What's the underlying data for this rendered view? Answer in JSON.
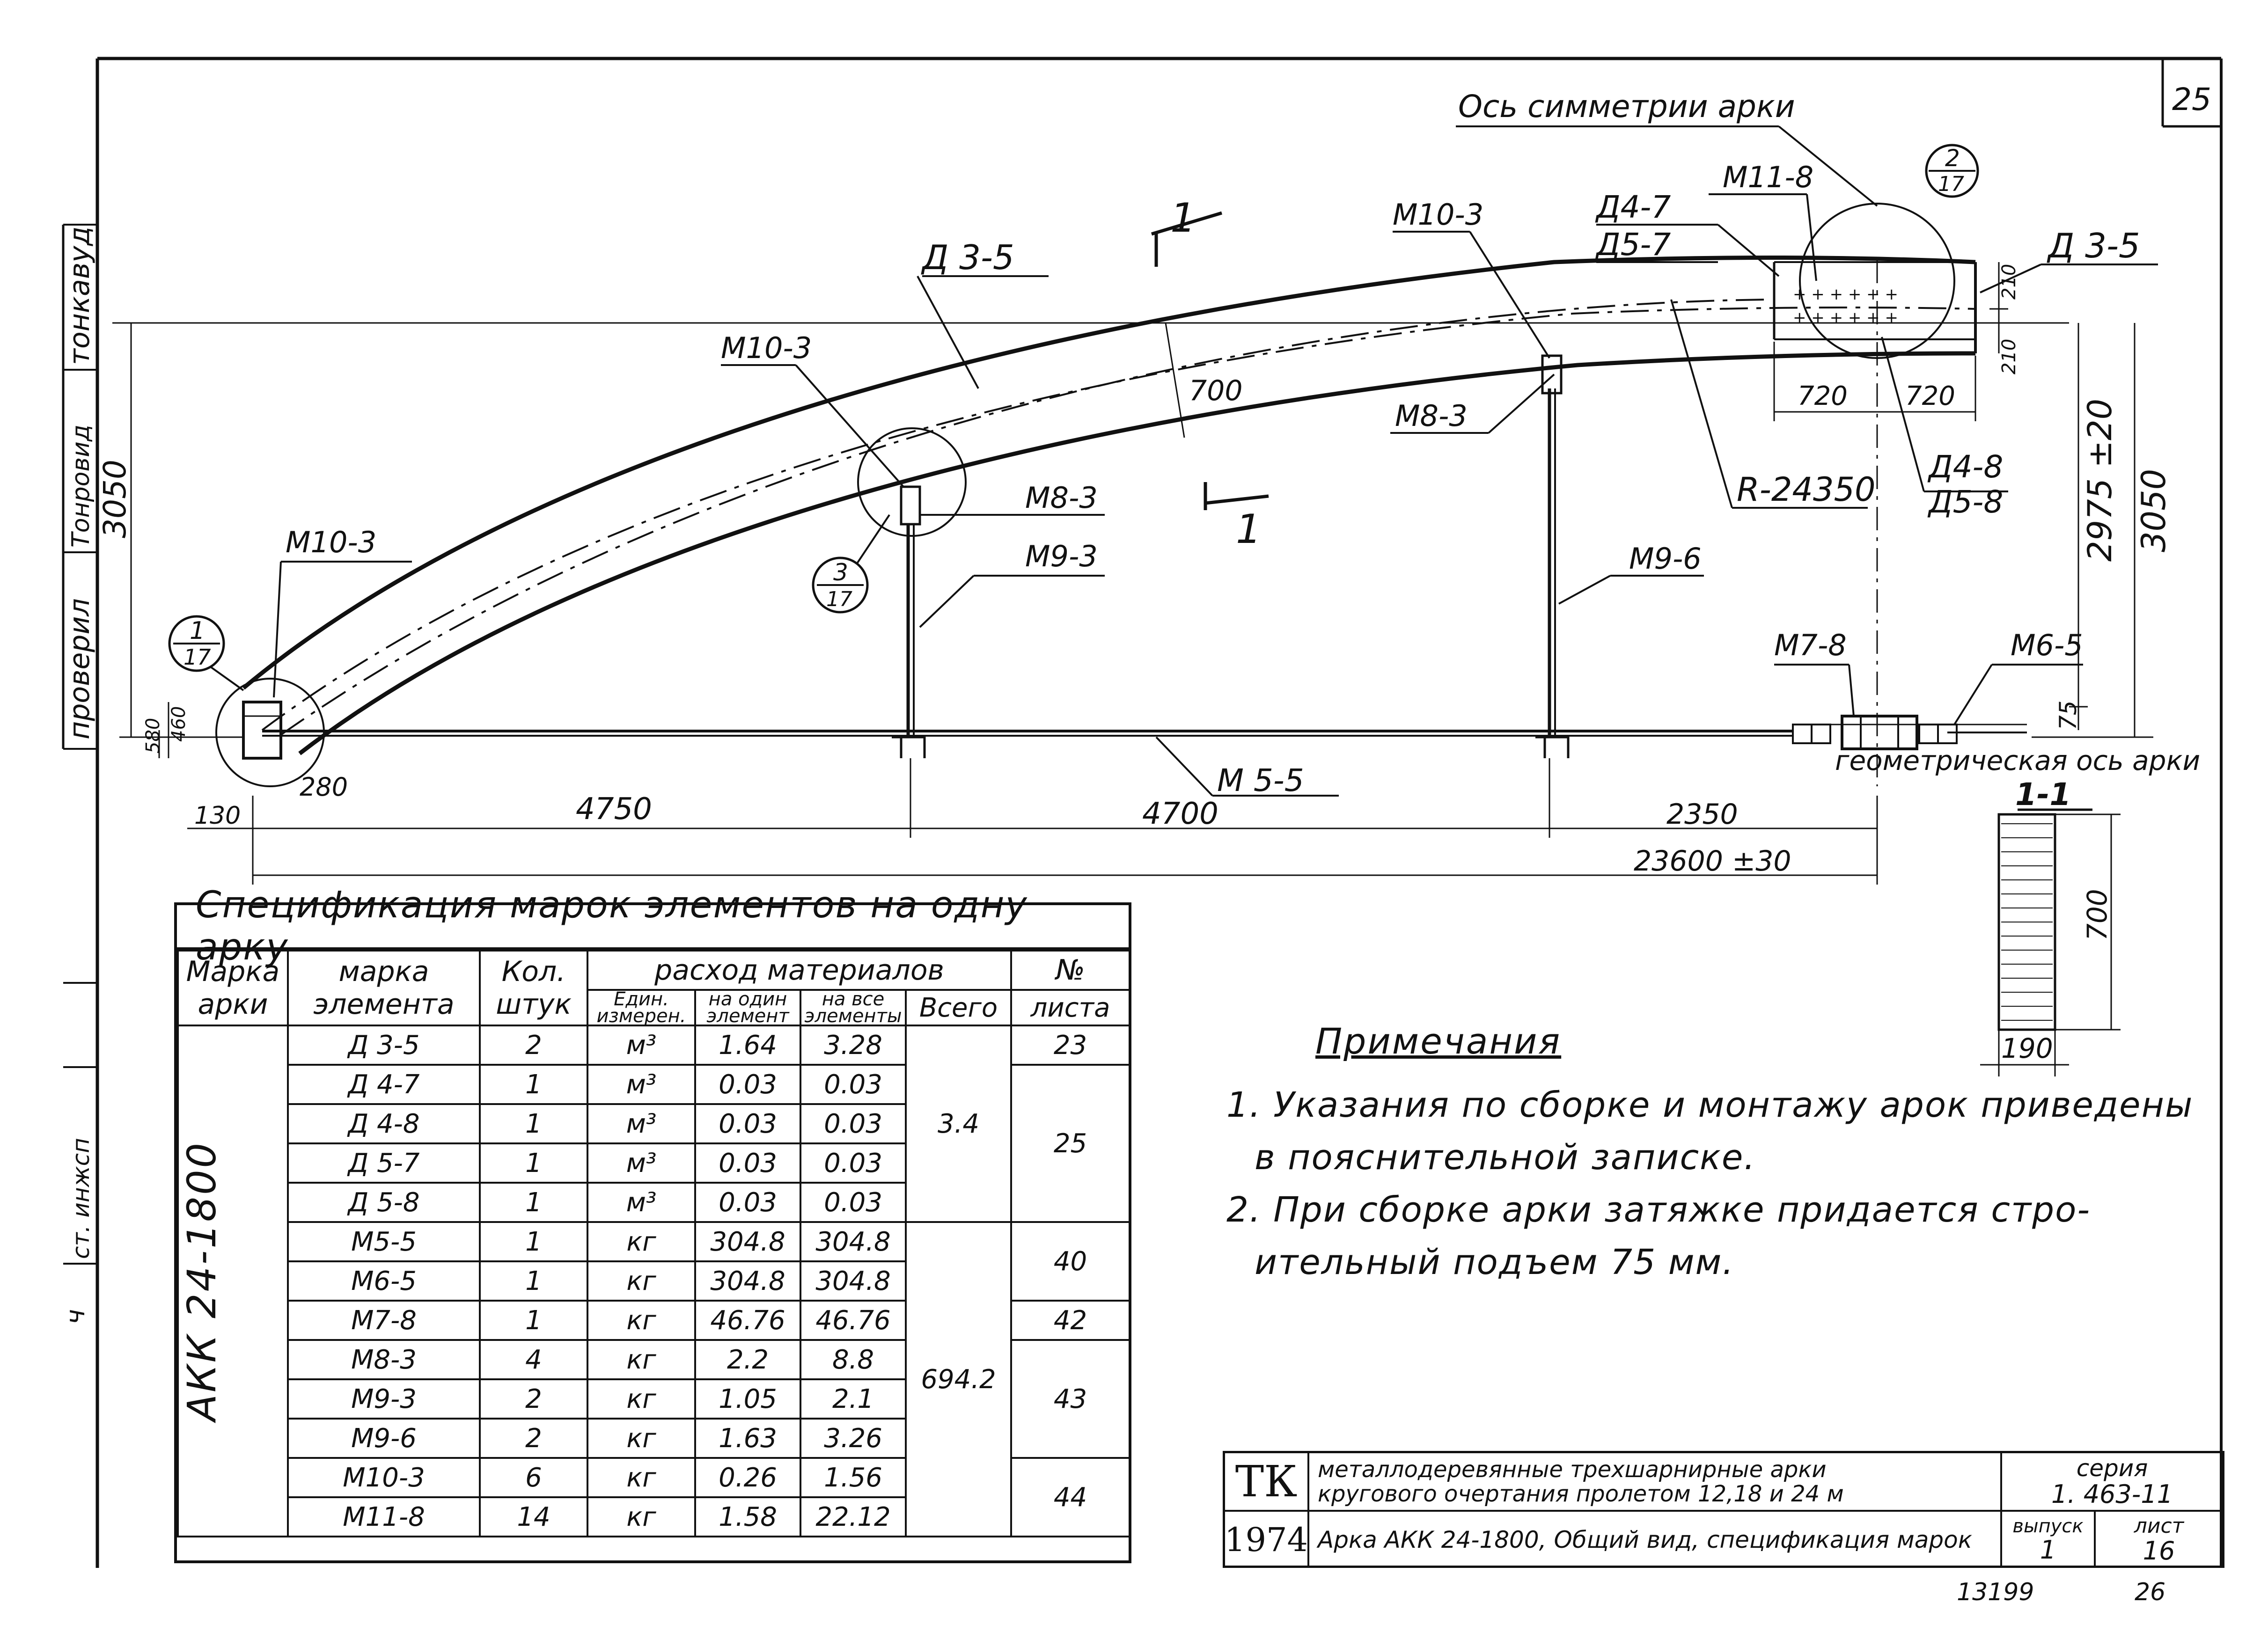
{
  "sheet": {
    "corner_number": "25",
    "side_labels": [
      "проверил",
      "Тонровид",
      "тонкавуд"
    ],
    "side_label_lower": "ст. инжсп",
    "side_mark": "ч"
  },
  "drawing": {
    "axis_label": "Ось симметрии арки",
    "geometric_axis": "геометрическая ось арки",
    "element_labels": {
      "d35_top": "Д 3-5",
      "d35_right": "Д 3-5",
      "m103_left": "М10-3",
      "m103_mid": "М10-3",
      "m103_right": "М10-3",
      "m118": "М11-8",
      "d47": "Д4-7",
      "d57": "Д5-7",
      "d48": "Д4-8",
      "d58": "Д5-8",
      "m83_mid": "М8-3",
      "m83_right": "М8-3",
      "m93": "М9-3",
      "m96": "М9-6",
      "m78": "М7-8",
      "m65": "М6-5",
      "m55": "М 5-5",
      "radius": "R-24350"
    },
    "callouts": {
      "c1_num": "1",
      "c1_den": "17",
      "c2_num": "2",
      "c2_den": "17",
      "c3_num": "3",
      "c3_den": "17"
    },
    "section_marks": {
      "top": "1",
      "bottom": "1"
    },
    "dimensions": {
      "d3050_left": "3050",
      "d3050_right": "3050",
      "d2975": "2975 ±20",
      "d700": "700",
      "d210a": "210",
      "d210b": "210",
      "d720a": "720",
      "d720b": "720",
      "d75": "75",
      "d580": "580",
      "d460": "460",
      "d130": "130",
      "d280": "280",
      "d4750": "4750",
      "d4700": "4700",
      "d2350": "2350",
      "d23600": "23600 ±30"
    },
    "section": {
      "title": "1-1",
      "height": "700",
      "width": "190"
    }
  },
  "spec": {
    "title": "Спецификация марок элементов на одну арку",
    "headers": {
      "arch_mark": "Марка арки",
      "element_mark": "марка элемента",
      "qty": "Кол. штук",
      "consumption": "расход материалов",
      "unit": "Един. измерен.",
      "per_one": "на один элемент",
      "per_all": "на все элементы",
      "total": "Всего",
      "sheet_no_top": "№",
      "sheet_no": "листа"
    },
    "arch_mark": "АКК 24-1800",
    "rows": [
      {
        "mark": "Д 3-5",
        "qty": "2",
        "unit": "м³",
        "one": "1.64",
        "all": "3.28"
      },
      {
        "mark": "Д 4-7",
        "qty": "1",
        "unit": "м³",
        "one": "0.03",
        "all": "0.03"
      },
      {
        "mark": "Д 4-8",
        "qty": "1",
        "unit": "м³",
        "one": "0.03",
        "all": "0.03"
      },
      {
        "mark": "Д 5-7",
        "qty": "1",
        "unit": "м³",
        "one": "0.03",
        "all": "0.03"
      },
      {
        "mark": "Д 5-8",
        "qty": "1",
        "unit": "м³",
        "one": "0.03",
        "all": "0.03"
      },
      {
        "mark": "М5-5",
        "qty": "1",
        "unit": "кг",
        "one": "304.8",
        "all": "304.8"
      },
      {
        "mark": "М6-5",
        "qty": "1",
        "unit": "кг",
        "one": "304.8",
        "all": "304.8"
      },
      {
        "mark": "М7-8",
        "qty": "1",
        "unit": "кг",
        "one": "46.76",
        "all": "46.76"
      },
      {
        "mark": "М8-3",
        "qty": "4",
        "unit": "кг",
        "one": "2.2",
        "all": "8.8"
      },
      {
        "mark": "М9-3",
        "qty": "2",
        "unit": "кг",
        "one": "1.05",
        "all": "2.1"
      },
      {
        "mark": "М9-6",
        "qty": "2",
        "unit": "кг",
        "one": "1.63",
        "all": "3.26"
      },
      {
        "mark": "М10-3",
        "qty": "6",
        "unit": "кг",
        "one": "0.26",
        "all": "1.56"
      },
      {
        "mark": "М11-8",
        "qty": "14",
        "unit": "кг",
        "one": "1.58",
        "all": "22.12"
      }
    ],
    "total_wood": "3.4",
    "total_metal": "694.2",
    "sheets": [
      "23",
      "25",
      "40",
      "42",
      "43",
      "44"
    ]
  },
  "notes": {
    "title": "Примечания",
    "items": [
      "1. Указания по сборке и монтажу арок приведены",
      "в пояснительной записке.",
      "2. При сборке арки затяжке придается стро-",
      "ительный подъем 75 мм."
    ]
  },
  "title_block": {
    "org": "ТК",
    "year": "1974",
    "desc_line1": "металлодеревянные трехшарнирные арки",
    "desc_line2": "кругового очертания пролетом 12,18 и 24 м",
    "sheet_title": "Арка АКК 24-1800, Общий вид, спецификация марок",
    "series_label": "серия",
    "series": "1. 463-11",
    "issue_label": "выпуск",
    "issue": "1",
    "sheet_label": "лист",
    "sheet": "16"
  },
  "footer": {
    "inventory": "13199",
    "page": "26"
  }
}
